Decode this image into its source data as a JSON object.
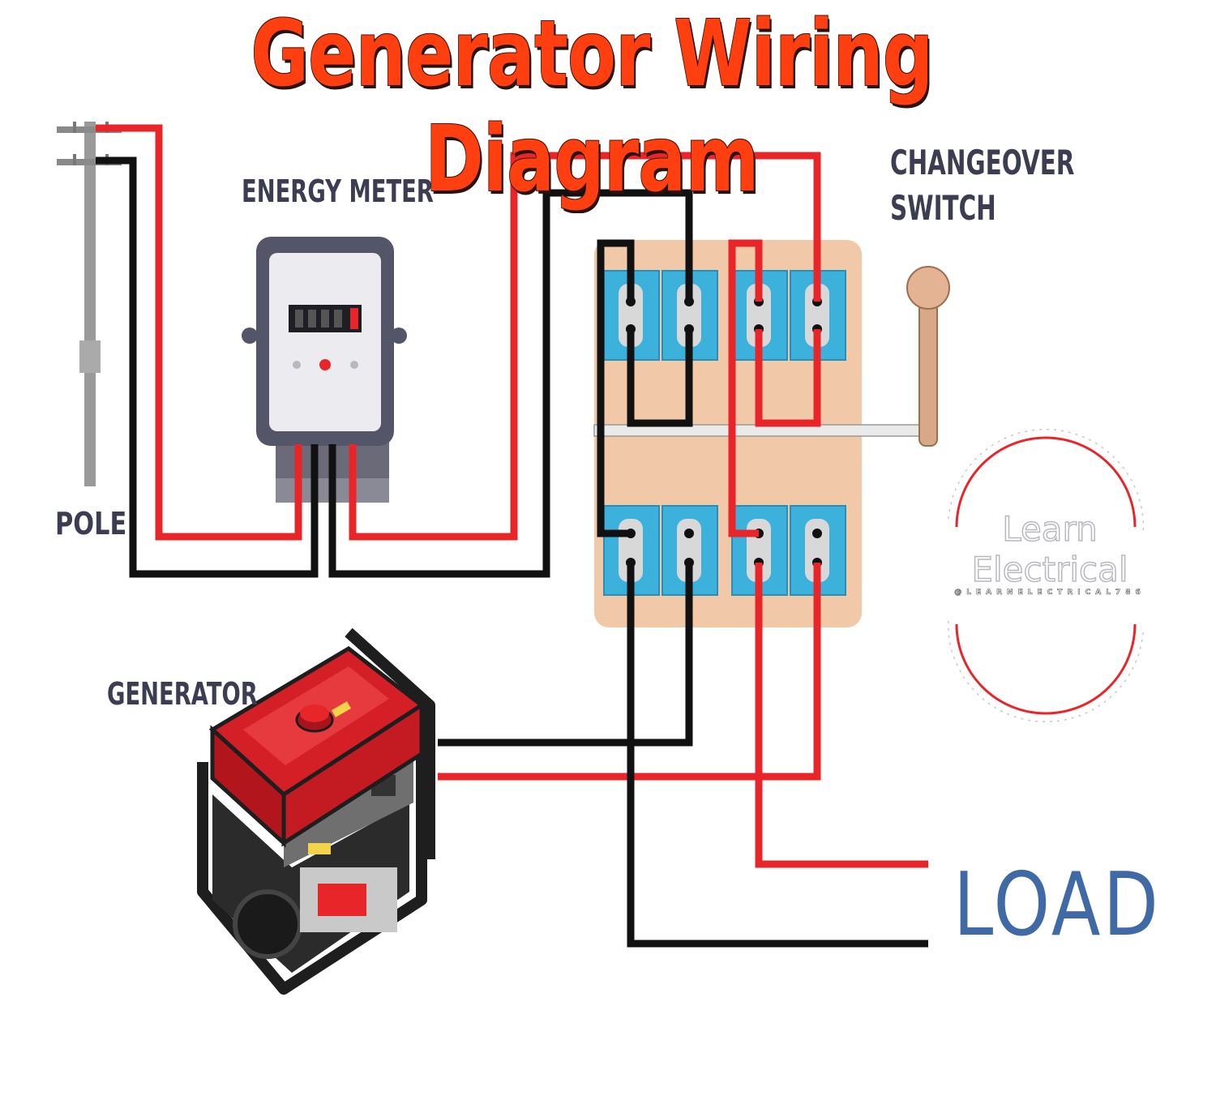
{
  "title": "Generator Wiring Diagram",
  "labels": {
    "energy_meter": "ENERGY METER",
    "changeover_line1": "CHANGEOVER",
    "changeover_line2": "SWITCH",
    "pole": "POLE",
    "generator": "GENERATOR",
    "load": "LOAD"
  },
  "watermark": {
    "line1": "Learn",
    "line2": "Electrical",
    "handle": "@LEARNELECTRICAL786"
  },
  "colors": {
    "title": "#ff3f0f",
    "live_wire": "#e8262a",
    "neutral_wire": "#111111",
    "switch_body": "#f2c9a8",
    "terminal": "#3bb1dc",
    "meter_body": "#55556a",
    "generator_body": "#d41f27",
    "load_text": "#3f6aa6"
  },
  "icons": [
    "utility-pole-icon",
    "energy-meter-icon",
    "changeover-switch-icon",
    "switch-handle-icon",
    "generator-icon"
  ]
}
